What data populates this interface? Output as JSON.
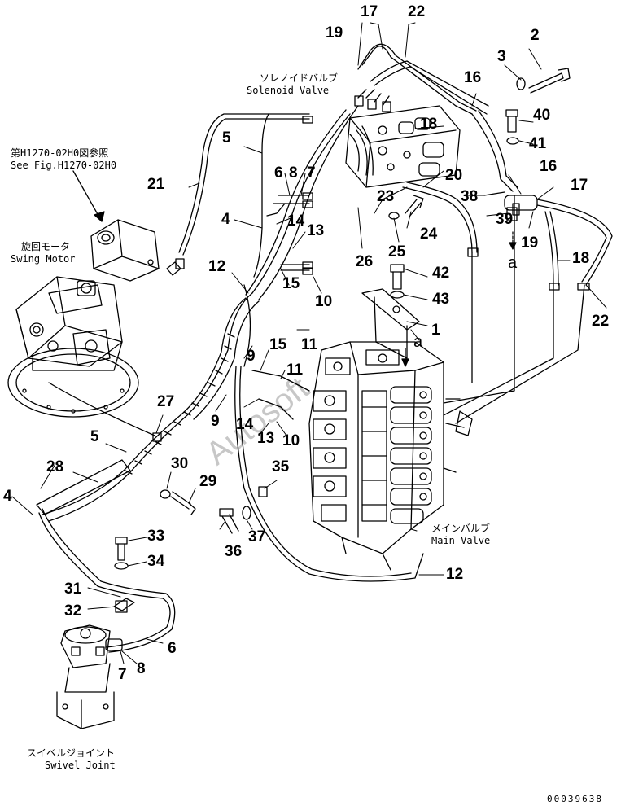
{
  "diagram": {
    "callouts": {
      "c2": "2",
      "c3": "3",
      "c4a": "4",
      "c4b": "4",
      "c5a": "5",
      "c5b": "5",
      "c6a": "6",
      "c6b": "6",
      "c7a": "7",
      "c7b": "7",
      "c8a": "8",
      "c8b": "8",
      "c9a": "9",
      "c9b": "9",
      "c10a": "10",
      "c10b": "10",
      "c11a": "11",
      "c11b": "11",
      "c12a": "12",
      "c12b": "12",
      "c13a": "13",
      "c13b": "13",
      "c14a": "14",
      "c14b": "14",
      "c15a": "15",
      "c15b": "15",
      "c16a": "16",
      "c16b": "16",
      "c17a": "17",
      "c17b": "17",
      "c18a": "18",
      "c18b": "18",
      "c19a": "19",
      "c19b": "19",
      "c20": "20",
      "c21": "21",
      "c22a": "22",
      "c22b": "22",
      "c23": "23",
      "c24": "24",
      "c25": "25",
      "c26": "26",
      "c27": "27",
      "c28": "28",
      "c29": "29",
      "c30": "30",
      "c31": "31",
      "c32": "32",
      "c33": "33",
      "c34": "34",
      "c35": "35",
      "c36": "36",
      "c37": "37",
      "c38": "38",
      "c39": "39",
      "c40": "40",
      "c41": "41",
      "c42": "42",
      "c43": "43",
      "c1": "1"
    },
    "labels": {
      "solenoid_jp": "ソレノイドバルブ",
      "solenoid_en": "Solenoid Valve",
      "seefig_jp": "第H1270-02H0図参照",
      "seefig_en": "See Fig.H1270-02H0",
      "swing_jp": "旋回モータ",
      "swing_en": "Swing Motor",
      "main_jp": "メインバルブ",
      "main_en": "Main Valve",
      "swivel_jp": "スイベルジョイント",
      "swivel_en": "Swivel Joint"
    },
    "letters": {
      "a1": "a",
      "a2": "a"
    },
    "watermark": "Autosoft",
    "doc_number": "00039638"
  }
}
